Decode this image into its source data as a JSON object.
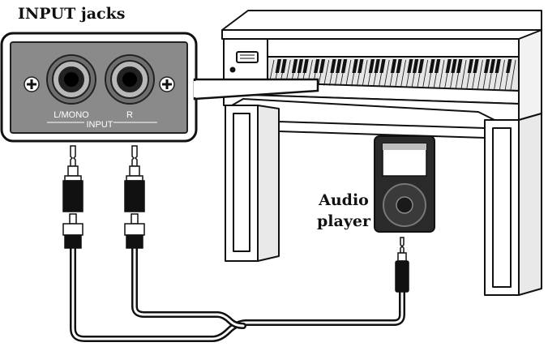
{
  "diagram": {
    "title": "INPUT jacks",
    "panel": {
      "jack_left_label": "L/MONO",
      "jack_right_label": "R",
      "group_label": "INPUT"
    },
    "player_label_line1": "Audio",
    "player_label_line2": "player",
    "colors": {
      "stroke": "#111111",
      "panel_fill": "#8a8a8a",
      "panel_border": "#222222",
      "piano_fill": "#ffffff",
      "key_gray": "#d8d8d8",
      "player_body": "#2a2a2a",
      "player_screen": "#ffffff"
    },
    "icons": [
      "input-jack-icon",
      "screw-icon",
      "phone-plug-icon",
      "rca-plug-icon",
      "mini-plug-icon",
      "audio-player-icon",
      "piano-icon"
    ]
  }
}
